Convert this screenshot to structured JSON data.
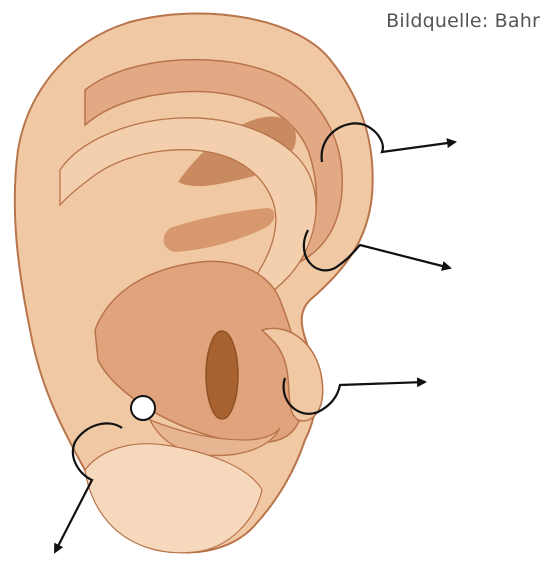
{
  "image_credit": "Bildquelle: Bahr",
  "colors": {
    "skin": "#f1c8a4",
    "skin_light": "#f6d9bd",
    "skin_mid": "#dea27a",
    "skin_dark": "#c4855a",
    "skin_deep": "#b06a3e",
    "outline": "#b8744a",
    "arrow": "#111111"
  },
  "arrows": [
    {
      "id": "upper-right",
      "direction": "right"
    },
    {
      "id": "middle-right",
      "direction": "right"
    },
    {
      "id": "lower-right",
      "direction": "right"
    },
    {
      "id": "lower-left",
      "direction": "down-left"
    }
  ],
  "marker": {
    "shape": "circle",
    "fill": "#ffffff"
  }
}
